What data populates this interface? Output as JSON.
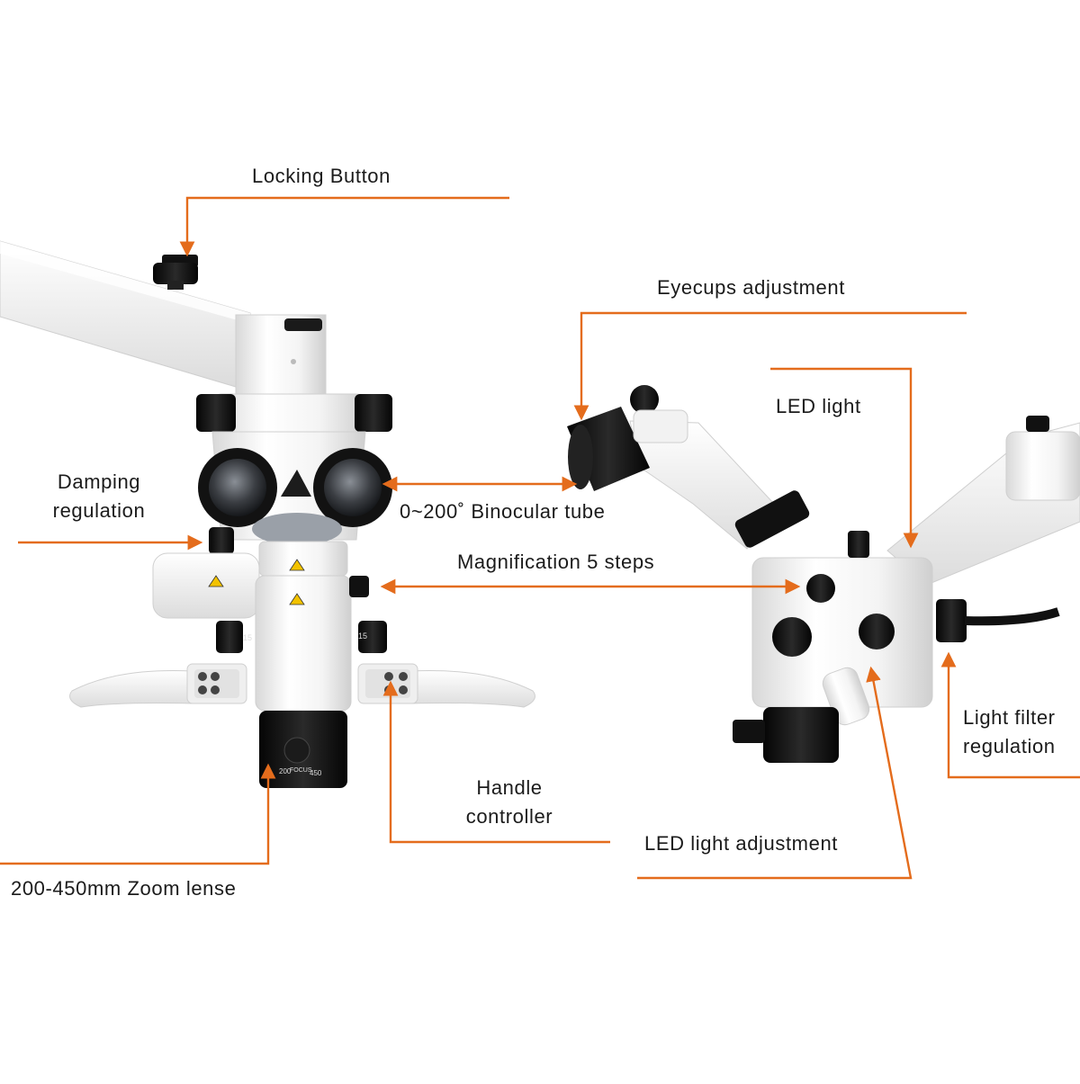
{
  "labels": {
    "locking_button": "Locking Button",
    "eyecups_adjustment": "Eyecups adjustment",
    "led_light": "LED light",
    "damping_regulation": [
      "Damping",
      "regulation"
    ],
    "binocular_tube": "0~200˚  Binocular tube",
    "magnification": "Magnification 5 steps",
    "light_filter": [
      "Light filter",
      "regulation"
    ],
    "handle_controller": [
      "Handle",
      "controller"
    ],
    "led_light_adjustment": "LED light adjustment",
    "zoom_lense": "200-450mm Zoom lense"
  },
  "device_marks": {
    "knob_number_left": "15",
    "knob_number_right": "15",
    "zoom_min": "200",
    "zoom_max": "450",
    "focus_mark": "FOCUS"
  },
  "colors": {
    "callout": "#e46c1c",
    "body_white": "#f6f6f6",
    "body_shade": "#d9d9d9",
    "black_part": "#121212",
    "text": "#1b1b1b",
    "warning": "#f2c200"
  }
}
